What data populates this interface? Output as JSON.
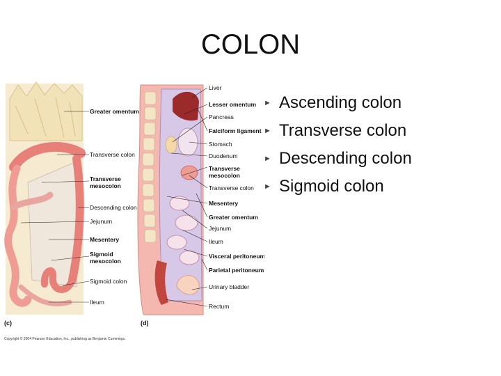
{
  "title": "COLON",
  "bullets": [
    {
      "text": "Ascending colon"
    },
    {
      "text": "Transverse colon"
    },
    {
      "text": "Descending colon"
    },
    {
      "text": "Sigmoid colon"
    }
  ],
  "figure": {
    "panel_c_labels": {
      "greater_omentum": "Greater omentum",
      "transverse_colon": "Transverse colon",
      "transverse_mesocolon_1": "Transverse",
      "transverse_mesocolon_2": "mesocolon",
      "descending_colon": "Descending colon",
      "jejunum": "Jejunum",
      "mesentery": "Mesentery",
      "sigmoid_mesocolon_1": "Sigmoid",
      "sigmoid_mesocolon_2": "mesocolon",
      "sigmoid_colon": "Sigmoid colon",
      "ileum": "Ileum",
      "panel_letter": "(c)"
    },
    "panel_d_labels": {
      "liver": "Liver",
      "lesser_omentum": "Lesser omentum",
      "pancreas": "Pancreas",
      "falciform_ligament": "Falciform ligament",
      "stomach": "Stomach",
      "duodenum": "Duodenum",
      "transverse_mesocolon_1": "Transverse",
      "transverse_mesocolon_2": "mesocolon",
      "transverse_colon": "Transverse colon",
      "mesentery": "Mesentery",
      "greater_omentum": "Greater omentum",
      "jejunum": "Jejunum",
      "ileum": "Ileum",
      "visceral_peritoneum": "Visceral peritoneum",
      "parietal_peritoneum": "Parietal peritoneum",
      "urinary_bladder": "Urinary bladder",
      "rectum": "Rectum",
      "panel_letter": "(d)"
    },
    "copyright": "Copyright © 2004 Pearson Education, Inc., publishing as Benjamin Cummings."
  },
  "colors": {
    "intestine": "#e8807a",
    "omentum": "#f2e2b8",
    "liver": "#9b2a2a",
    "peritoneum": "#d8c8e8",
    "body_wall": "#f4b8b0",
    "vertebra": "#f3e6c6"
  }
}
